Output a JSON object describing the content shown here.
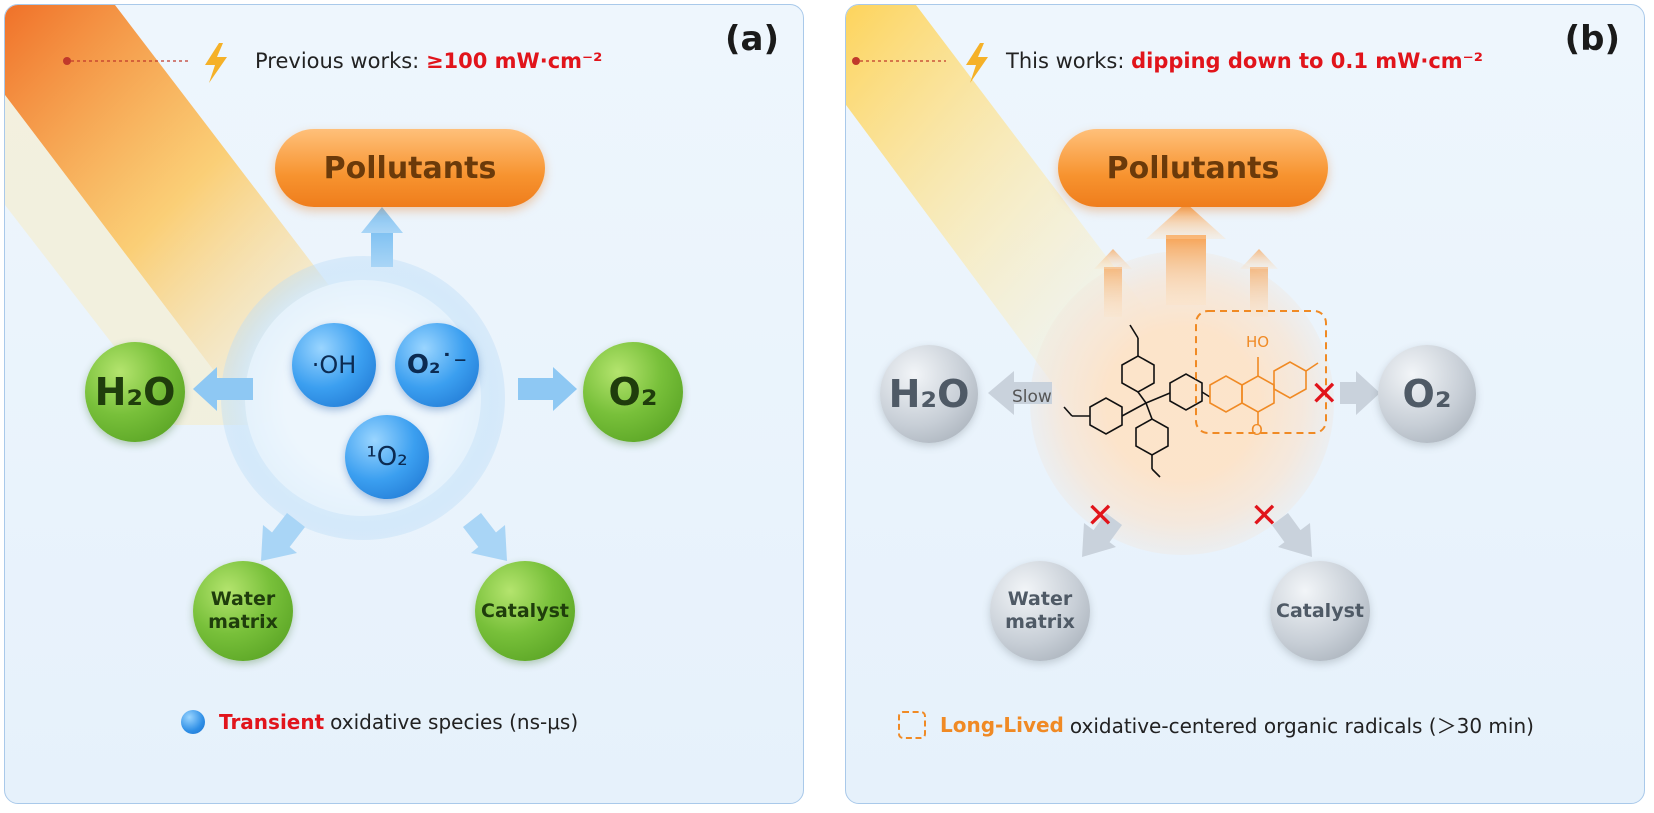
{
  "panel_a": {
    "tag": "(a)",
    "header_prefix": "Previous works: ",
    "header_highlight": "≥100 mW·cm⁻²",
    "pollutants": "Pollutants",
    "h2o": "H₂O",
    "o2": "O₂",
    "oh": "·OH",
    "superoxide": "O₂˙⁻",
    "singlet_o2": "¹O₂",
    "water_matrix_line1": "Water",
    "water_matrix_line2": "matrix",
    "catalyst": "Catalyst",
    "legend_highlight": "Transient",
    "legend_text": "oxidative species (ns-μs)"
  },
  "panel_b": {
    "tag": "(b)",
    "header_prefix": "This works: ",
    "header_highlight": "dipping down to 0.1 mW·cm⁻²",
    "pollutants": "Pollutants",
    "h2o": "H₂O",
    "o2": "O₂",
    "slow": "Slow",
    "ho_label": "HO",
    "o_label": "O",
    "water_matrix_line1": "Water",
    "water_matrix_line2": "matrix",
    "catalyst": "Catalyst",
    "legend_highlight": "Long-Lived",
    "legend_text": "oxidative-centered organic radicals (＞30 min)"
  },
  "colors": {
    "highlight_red": "#e1141b",
    "highlight_orange": "#f08a24",
    "green_sphere": "#78c03a",
    "gray_sphere": "#c7ced6",
    "blue_sphere": "#3b9ff0",
    "pollutant_orange": "#f7932f"
  },
  "icons": [
    "lightning-icon",
    "light-beam",
    "arrow-icon",
    "cross-icon"
  ]
}
